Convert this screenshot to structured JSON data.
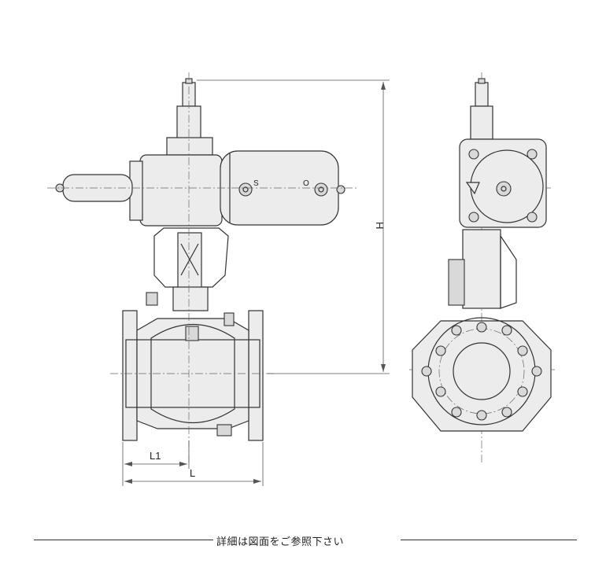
{
  "dimensions": {
    "h": "H",
    "l": "L",
    "l1": "L1"
  },
  "actuator_marks": {
    "shut": "S",
    "open": "O"
  },
  "footer": {
    "note": "詳細は図面をご参照下さい"
  }
}
